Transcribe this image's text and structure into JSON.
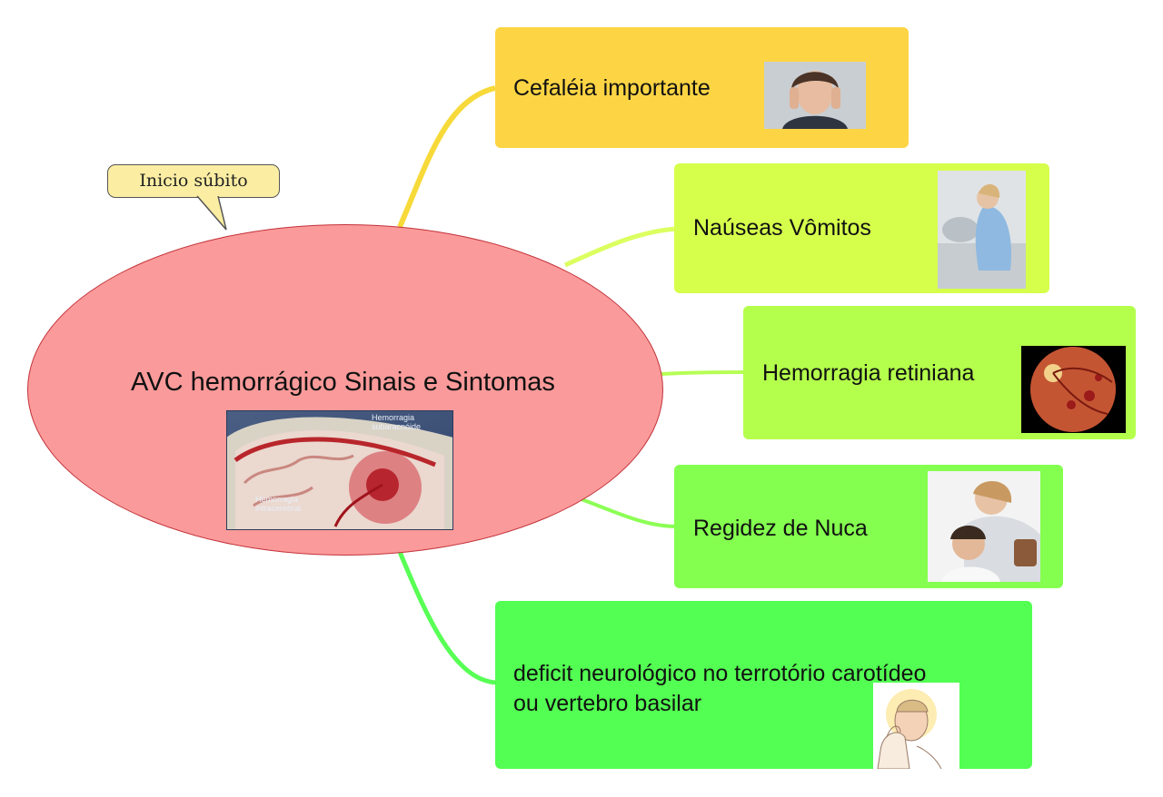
{
  "callout": {
    "label": "Inicio súbito"
  },
  "central": {
    "title": "AVC hemorrágico Sinais e Sintomas",
    "image_labels": {
      "subarachnoid_line1": "Hemorragia",
      "subarachnoid_line2": "subaracnóide",
      "intracerebral_line1": "Hemorragia",
      "intracerebral_line2": "intracerebral"
    }
  },
  "topics": [
    {
      "label": "Cefaléia importante",
      "color": "#fdd544",
      "image_icon": "headache-woman-photo"
    },
    {
      "label": "Naúseas Vômitos",
      "color": "#d6ff4c",
      "image_icon": "nausea-woman-photo"
    },
    {
      "label": "Hemorragia retiniana",
      "color": "#b4ff4c",
      "image_icon": "retina-fundus-photo"
    },
    {
      "label": "Regidez de Nuca",
      "color": "#84ff4f",
      "image_icon": "stiff-neck-photo"
    },
    {
      "label_line1": "deficit neurológico no terrotório carotídeo",
      "label_line2": "ou vertebro basilar",
      "color": "#52ff52",
      "image_icon": "neurological-deficit-drawing"
    }
  ],
  "colors": {
    "central_fill": "#fb9a9a",
    "central_border": "#c2323a",
    "callout_fill": "#fbeea3"
  }
}
